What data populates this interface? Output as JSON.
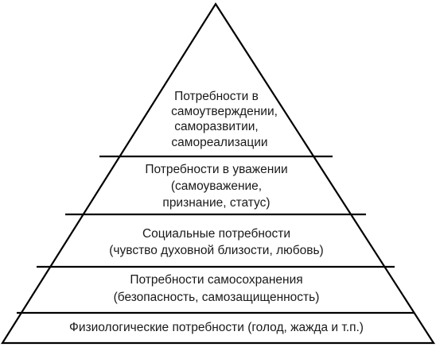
{
  "pyramid": {
    "levels": [
      {
        "lines": [
          "Потребности в",
          "самоутверждении,",
          "саморазвитии,",
          "самореализации"
        ]
      },
      {
        "lines": [
          "Потребности в уважении",
          "(самоуважение,",
          "признание, статус)"
        ]
      },
      {
        "lines": [
          "Социальные потребности",
          "(чувство духовной близости, любовь)"
        ]
      },
      {
        "lines": [
          "Потребности самосохранения",
          "(безопасность, самозащищенность)"
        ]
      },
      {
        "lines": [
          "Физиологические потребности (голод, жажда и т.п.)"
        ]
      }
    ]
  }
}
